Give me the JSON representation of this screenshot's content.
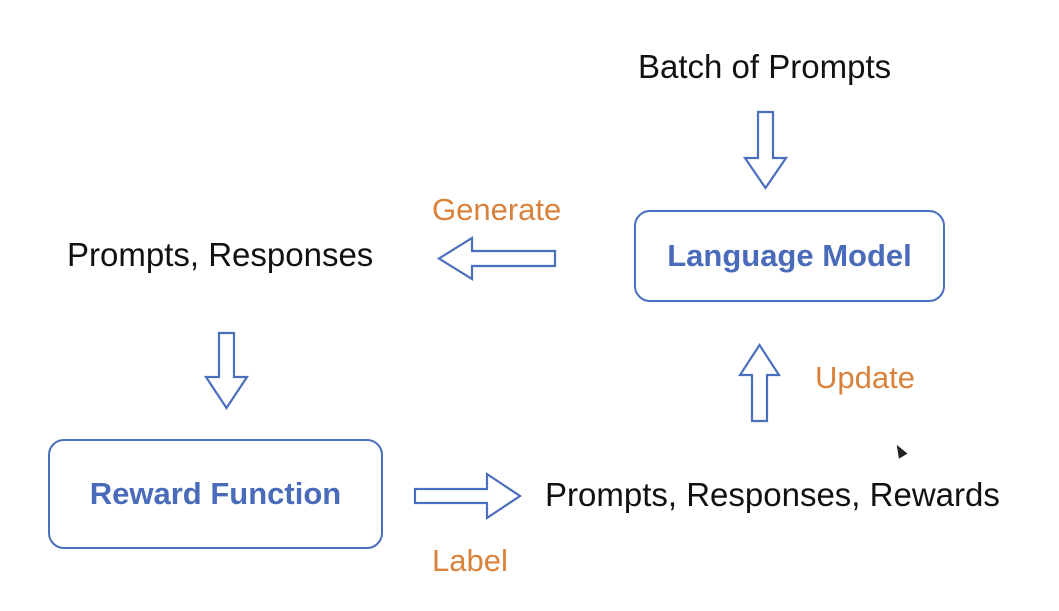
{
  "nodes": {
    "batch_of_prompts": "Batch of Prompts",
    "language_model": "Language Model",
    "prompts_responses": "Prompts, Responses",
    "reward_function": "Reward Function",
    "prompts_responses_rewards": "Prompts, Responses, Rewards"
  },
  "edges": {
    "generate": "Generate",
    "update": "Update",
    "label": "Label"
  },
  "colors": {
    "box_border": "#4a6fbd",
    "box_text": "#4a6bb9",
    "edge_label": "#d9823b",
    "node_text": "#111111"
  }
}
